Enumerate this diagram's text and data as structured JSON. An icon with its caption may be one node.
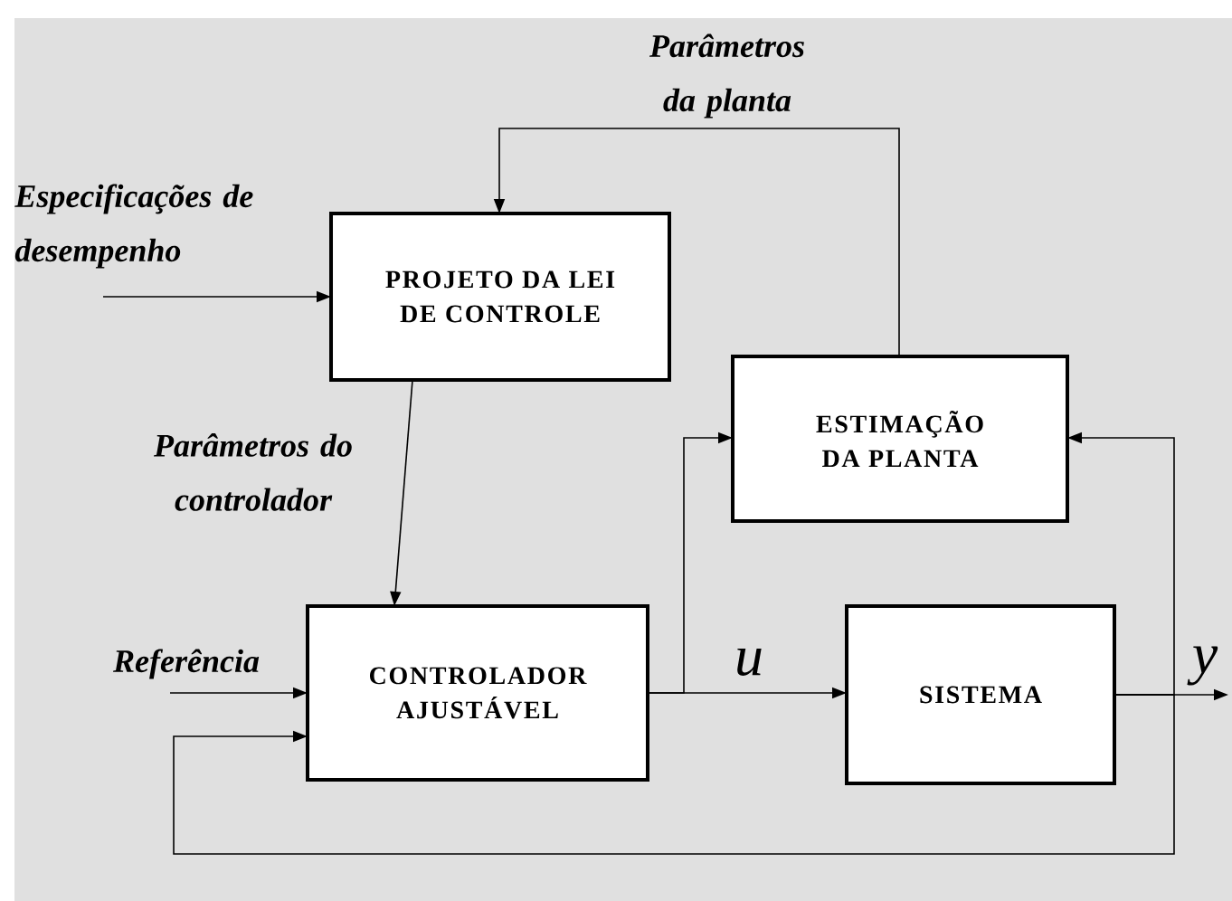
{
  "diagram": {
    "nodes": [
      {
        "text": [
          "PROJETO DA LEI DE CONTROLE"
        ]
      },
      {
        "text": [
          "ESTIMAÇÃO DA PLANTA"
        ]
      },
      {
        "text": [
          "CONTROLADOR AJUSTÁVEL"
        ]
      },
      {
        "text": [
          "SISTEMA"
        ]
      }
    ],
    "edges": [
      {
        "from": null,
        "to": 0,
        "arrow": "to",
        "label": "Especificações de desempenho"
      },
      {
        "from": 1,
        "to": 0,
        "arrow": "to",
        "label": "Parâmetros da planta"
      },
      {
        "from": 0,
        "to": 2,
        "arrow": "to",
        "label": "Parâmetros do controlador"
      },
      {
        "from": null,
        "to": 2,
        "arrow": "to",
        "label": "Referência"
      },
      {
        "from": 2,
        "to": 3,
        "arrow": "to",
        "label": "u"
      },
      {
        "from": 2,
        "to": 1,
        "arrow": "to"
      },
      {
        "from": 3,
        "to": null,
        "arrow": "to",
        "label": "y"
      },
      {
        "from": 3,
        "to": 1,
        "arrow": "to"
      },
      {
        "from": 3,
        "to": 2,
        "arrow": "to"
      }
    ]
  }
}
